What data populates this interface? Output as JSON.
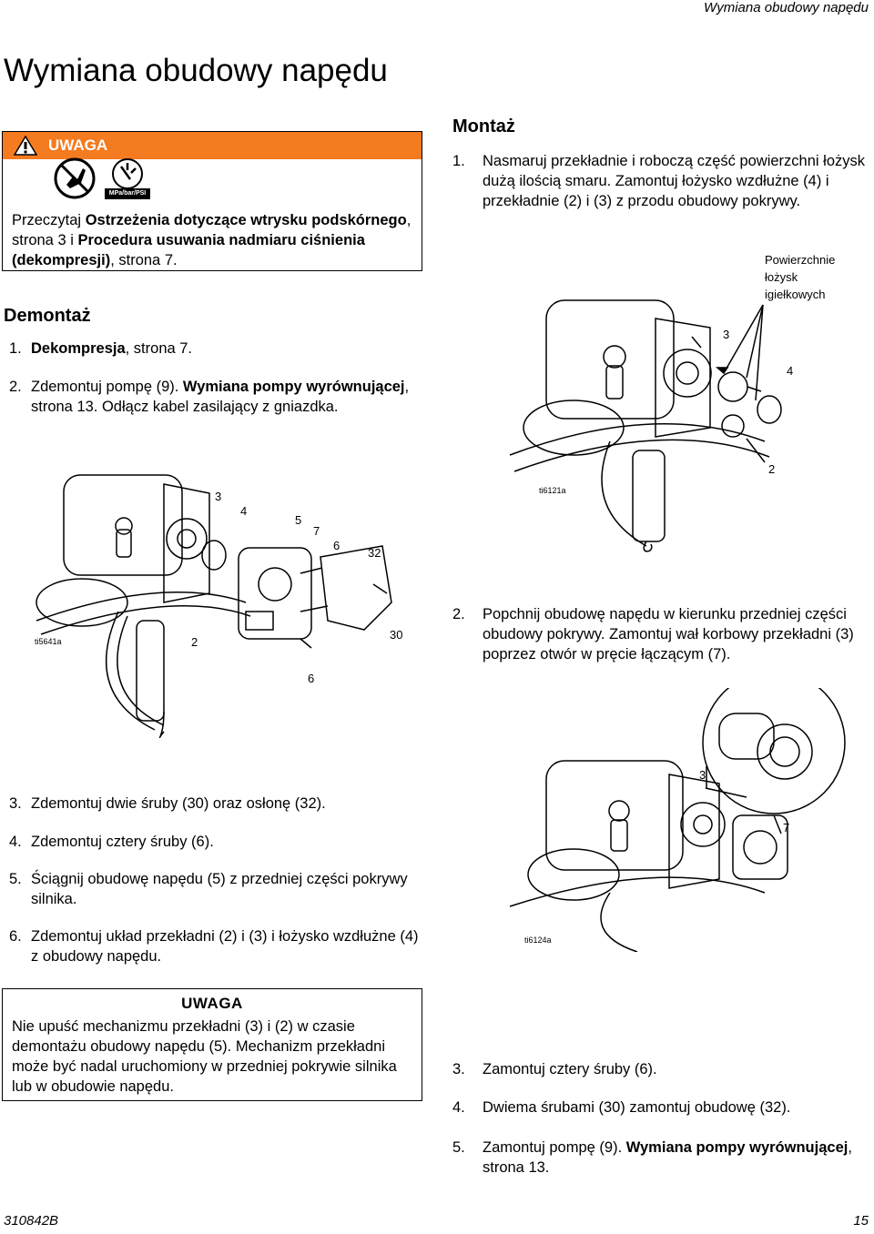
{
  "header": {
    "running_title": "Wymiana obudowy napędu"
  },
  "page_title": "Wymiana obudowy napędu",
  "warning": {
    "label": "UWAGA",
    "text_pre": "Przeczytaj ",
    "text_bold1": "Ostrzeżenia dotyczące wtrysku podskórnego",
    "text_mid": ", strona 3 i ",
    "text_bold2": "Procedura usuwania nadmiaru ciśnienia (dekompresji)",
    "text_post": ", strona 7.",
    "icon_label": "MPa/bar/PSI"
  },
  "disassembly": {
    "heading": "Demontaż",
    "steps": [
      {
        "num": "1.",
        "bold": "Dekompresja",
        "text": ", strona 7."
      },
      {
        "num": "2.",
        "text_pre": "Zdemontuj pompę (9). ",
        "bold": "Wymiana pompy wyrównującej",
        "text": ", strona 13. Odłącz kabel zasilający z gniazdka."
      },
      {
        "num": "3.",
        "text": "Zdemontuj dwie śruby (30) oraz osłonę (32)."
      },
      {
        "num": "4.",
        "text": "Zdemontuj cztery śruby (6)."
      },
      {
        "num": "5.",
        "text": "Ściągnij obudowę napędu (5) z przedniej części pokrywy silnika."
      },
      {
        "num": "6.",
        "text": "Zdemontuj układ przekładni (2) i (3) i łożysko wzdłużne (4) z obudowy napędu."
      }
    ]
  },
  "notice": {
    "title": "UWAGA",
    "text": "Nie upuść mechanizmu przekładni (3) i (2) w czasie demontażu obudowy napędu (5). Mechanizm przekładni może być nadal uruchomiony w przedniej pokrywie silnika lub w obudowie napędu."
  },
  "assembly": {
    "heading": "Montaż",
    "steps": [
      {
        "num": "1.",
        "text": "Nasmaruj przekładnie i roboczą część powierzchni łożysk dużą ilością smaru. Zamontuj łożysko wzdłużne (4) i przekładnie (2) i (3) z przodu obudowy pokrywy."
      },
      {
        "num": "2.",
        "text": "Popchnij obudowę napędu w kierunku przedniej części obudowy pokrywy. Zamontuj wał korbowy przekładni (3) poprzez otwór w pręcie łączącym (7)."
      },
      {
        "num": "3.",
        "text": "Zamontuj cztery śruby (6)."
      },
      {
        "num": "4.",
        "text": "Dwiema śrubami (30) zamontuj obudowę (32)."
      },
      {
        "num": "5.",
        "text_pre": "Zamontuj pompę (9). ",
        "bold": "Wymiana pompy wyrównującej",
        "text": ", strona 13."
      }
    ]
  },
  "figures": {
    "fig1": {
      "id": "ti5641a",
      "callouts": [
        "3",
        "4",
        "5",
        "7",
        "6",
        "32",
        "2",
        "30",
        "6"
      ]
    },
    "fig2": {
      "id": "ti6121a",
      "callout_label": "Powierzchnie łożysk igiełkowych",
      "callouts": [
        "3",
        "4",
        "2"
      ]
    },
    "fig3": {
      "id": "ti6124a",
      "callouts": [
        "3",
        "7"
      ]
    }
  },
  "footer": {
    "doc_number": "310842B",
    "page_number": "15"
  }
}
